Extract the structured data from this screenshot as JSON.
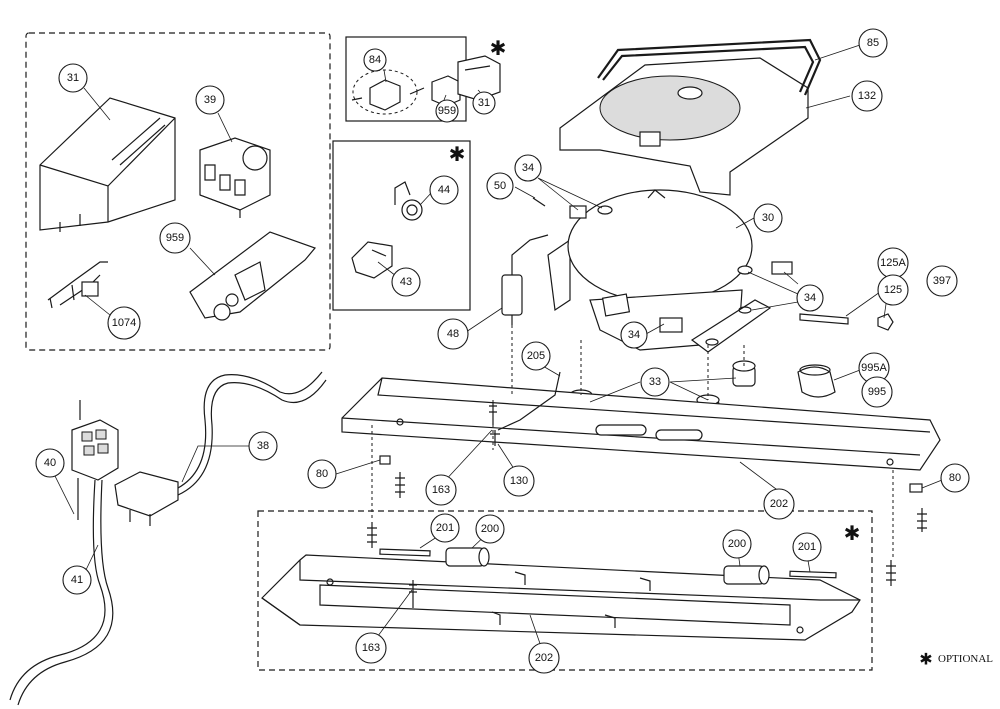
{
  "callouts": {
    "c31a": "31",
    "c39": "39",
    "c959a": "959",
    "c1074": "1074",
    "c84": "84",
    "c959b": "959",
    "c31b": "31",
    "c44": "44",
    "c43": "43",
    "c85": "85",
    "c132": "132",
    "c34a": "34",
    "c50": "50",
    "c30": "30",
    "c125a": "125A",
    "c125": "125",
    "c397": "397",
    "c34b": "34",
    "c34c": "34",
    "c48": "48",
    "c205": "205",
    "c33": "33",
    "c995a": "995A",
    "c995": "995",
    "c38": "38",
    "c40": "40",
    "c80a": "80",
    "c163a": "163",
    "c130": "130",
    "c202a": "202",
    "c80b": "80",
    "c41": "41",
    "c201a": "201",
    "c200a": "200",
    "c200b": "200",
    "c201b": "201",
    "c163b": "163",
    "c202b": "202"
  },
  "optional_marker": "✱",
  "legend": {
    "symbol": "✱",
    "text": "OPTIONAL"
  }
}
